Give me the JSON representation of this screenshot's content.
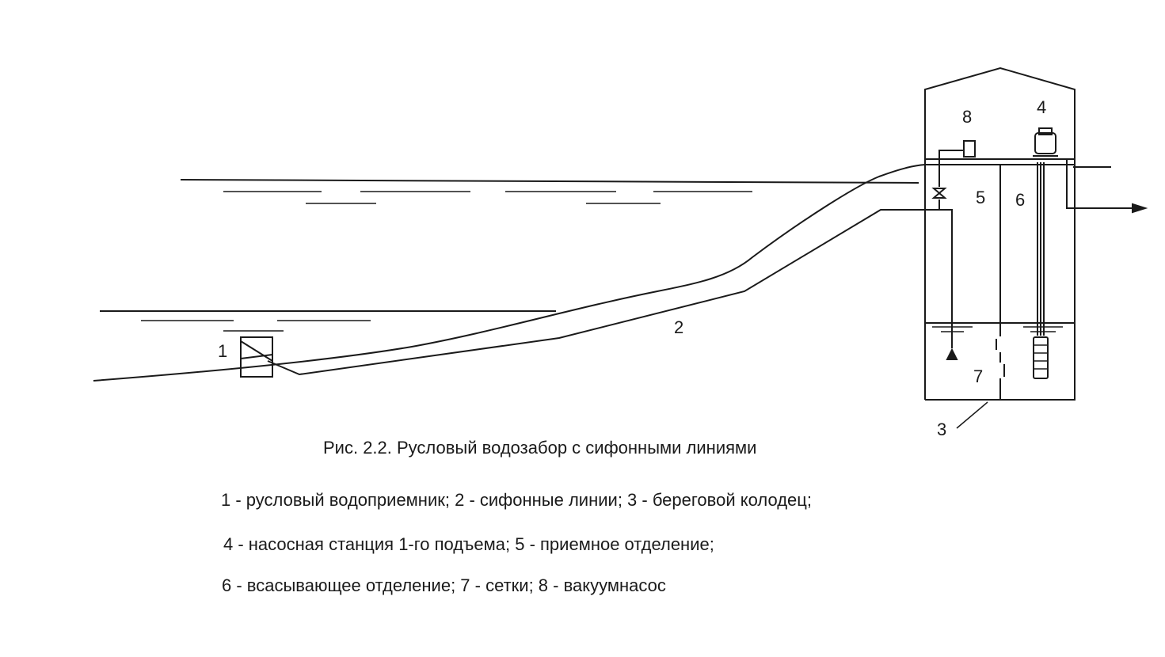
{
  "figure": {
    "caption": "Рис. 2.2.  Русловый водозабор с сифонными линиями",
    "legend": [
      "1 - русловый водоприемник; 2 - сифонные линии; 3 - береговой колодец;",
      "4 - насосная станция 1-го подъема; 5 - приемное отделение;",
      "6 - всасывающее отделение; 7 - сетки; 8 - вакуумнасос"
    ]
  },
  "labels": {
    "n1": "1",
    "n2": "2",
    "n3": "3",
    "n4": "4",
    "n5": "5",
    "n6": "6",
    "n7": "7",
    "n8": "8"
  }
}
